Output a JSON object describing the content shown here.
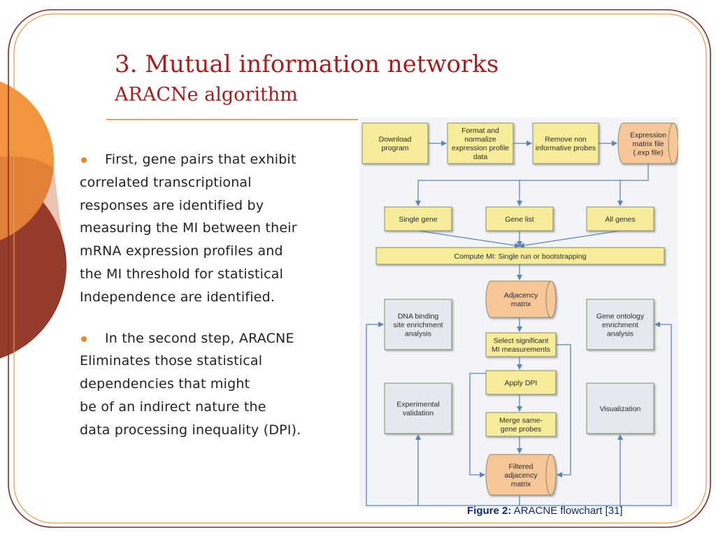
{
  "slide": {
    "title": "3. Mutual information networks",
    "subtitle": "ARACNe algorithm"
  },
  "bullets": [
    {
      "lines": [
        "First, gene pairs that exhibit",
        "correlated transcriptional",
        "responses are identified by",
        "measuring the MI between their",
        "mRNA expression profiles and",
        "the MI threshold for statistical",
        "Independence are identified."
      ]
    },
    {
      "lines": [
        "In the second step, ARACNE",
        "Eliminates those statistical",
        "dependencies that might",
        "be of an indirect nature the",
        "data processing inequality (DPI)."
      ]
    }
  ],
  "flowchart": {
    "nodes": {
      "download": [
        "Download",
        "program"
      ],
      "format": [
        "Format and",
        "normalize",
        "expression profile",
        "data"
      ],
      "remove": [
        "Remove non",
        "informative probes"
      ],
      "expression_file": [
        "Expression",
        "matrix file",
        "(.exp file)"
      ],
      "single_gene": [
        "Single gene"
      ],
      "gene_list": [
        "Gene list"
      ],
      "all_genes": [
        "All genes"
      ],
      "compute_mi": [
        "Compute MI: Single run or bootstrapping"
      ],
      "adjacency": [
        "Adjacency",
        "matrix"
      ],
      "dna_binding": [
        "DNA binding",
        "site enrichment",
        "analysis"
      ],
      "gene_ontology": [
        "Gene ontology",
        "enrichment",
        "analysis"
      ],
      "select_mi": [
        "Select significant",
        "MI measurements"
      ],
      "apply_dpi": [
        "Apply DPI"
      ],
      "experimental": [
        "Experimental",
        "validation"
      ],
      "visualization": [
        "Visualization"
      ],
      "merge": [
        "Merge same-",
        "gene probes"
      ],
      "filtered": [
        "Filtered",
        "adjacency",
        "matrix"
      ]
    },
    "colors": {
      "process_fill": "#f6ec9a",
      "process_stroke": "#8a8a6a",
      "data_fill": "#f7c79a",
      "analysis_fill": "#e4e9f1",
      "arrow": "#5b83b5",
      "panel": "#f2f4f8"
    }
  },
  "caption": {
    "label": "Figure 2:",
    "text": " ARACNE flowchart [31]"
  },
  "theme": {
    "title_color": "#a31e1e",
    "accent_orange": "#e8862a",
    "deco_red": "#7c2d2d"
  }
}
